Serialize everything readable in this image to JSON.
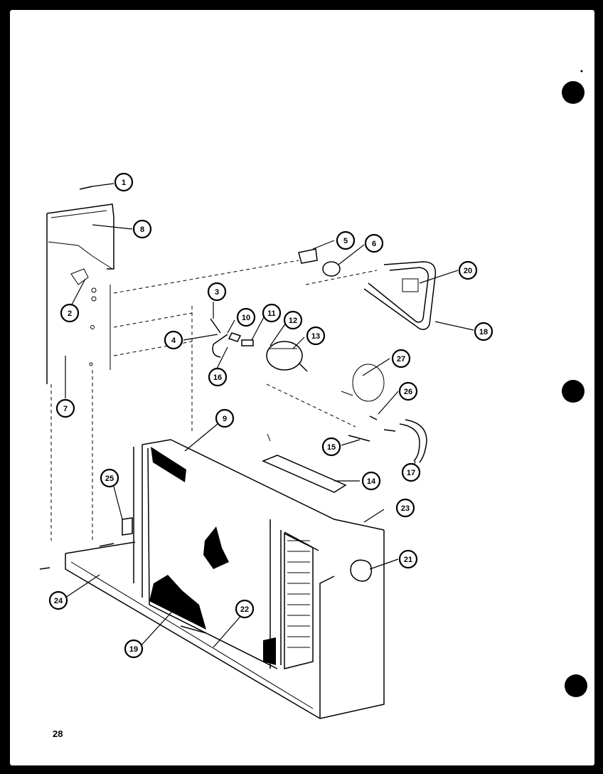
{
  "page_number": "28",
  "callouts": [
    {
      "label": "1"
    },
    {
      "label": "2"
    },
    {
      "label": "3"
    },
    {
      "label": "4"
    },
    {
      "label": "5"
    },
    {
      "label": "6"
    },
    {
      "label": "7"
    },
    {
      "label": "8"
    },
    {
      "label": "9"
    },
    {
      "label": "10"
    },
    {
      "label": "11"
    },
    {
      "label": "12"
    },
    {
      "label": "13"
    },
    {
      "label": "14"
    },
    {
      "label": "15"
    },
    {
      "label": "16"
    },
    {
      "label": "17"
    },
    {
      "label": "18"
    },
    {
      "label": "19"
    },
    {
      "label": "20"
    },
    {
      "label": "21"
    },
    {
      "label": "22"
    },
    {
      "label": "23"
    },
    {
      "label": "24"
    },
    {
      "label": "25"
    },
    {
      "label": "26"
    },
    {
      "label": "27"
    }
  ]
}
